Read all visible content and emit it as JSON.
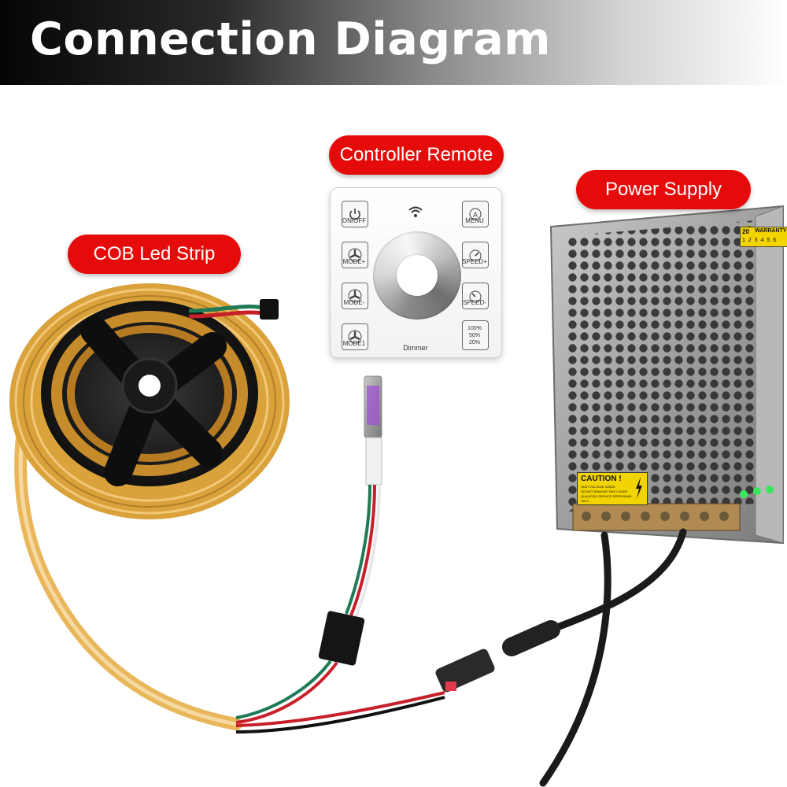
{
  "header": {
    "title": "Connection Diagram"
  },
  "labels": {
    "controller_remote": "Controller Remote",
    "power_supply": "Power Supply",
    "cob_led_strip": "COB Led Strip"
  },
  "remote": {
    "buttons_left": [
      {
        "label": "ON/OFF",
        "icon": "power-icon"
      },
      {
        "label": "MODE+",
        "icon": "fan-icon"
      },
      {
        "label": "MODE-",
        "icon": "fan-icon"
      },
      {
        "label": "MODE1",
        "icon": "fan-icon"
      }
    ],
    "buttons_right": [
      {
        "label": "MENU",
        "icon": "menu-a-icon"
      },
      {
        "label": "SPEED+",
        "icon": "speed-icon"
      },
      {
        "label": "SPEED-",
        "icon": "speed-icon"
      }
    ],
    "brightness_levels": [
      "100%",
      "50%",
      "20%"
    ],
    "dimmer_label": "Dimmer",
    "wifi_icon": "wifi-icon"
  },
  "power_supply": {
    "caution_title": "CAUTION !",
    "caution_lines": [
      "HIGH VOLTAGE INSIDE",
      "DO NOT REMOVE THIS COVER",
      "QUALIFIED SERVICE PERSONNEL ONLY"
    ],
    "warranty_number": "20",
    "warranty_text": "WARRANTY",
    "warranty_months": "1 2 3 4 5 6"
  },
  "colors": {
    "pill_red": "#e60b0b",
    "header_dark": "#050505",
    "strip_gold": "#d9a23b",
    "reel_black": "#1c1c1c",
    "psu_metal": "#9a9a9a",
    "wire_green": "#1f7a55",
    "wire_red": "#c8202a",
    "led_green": "#39e85a"
  }
}
